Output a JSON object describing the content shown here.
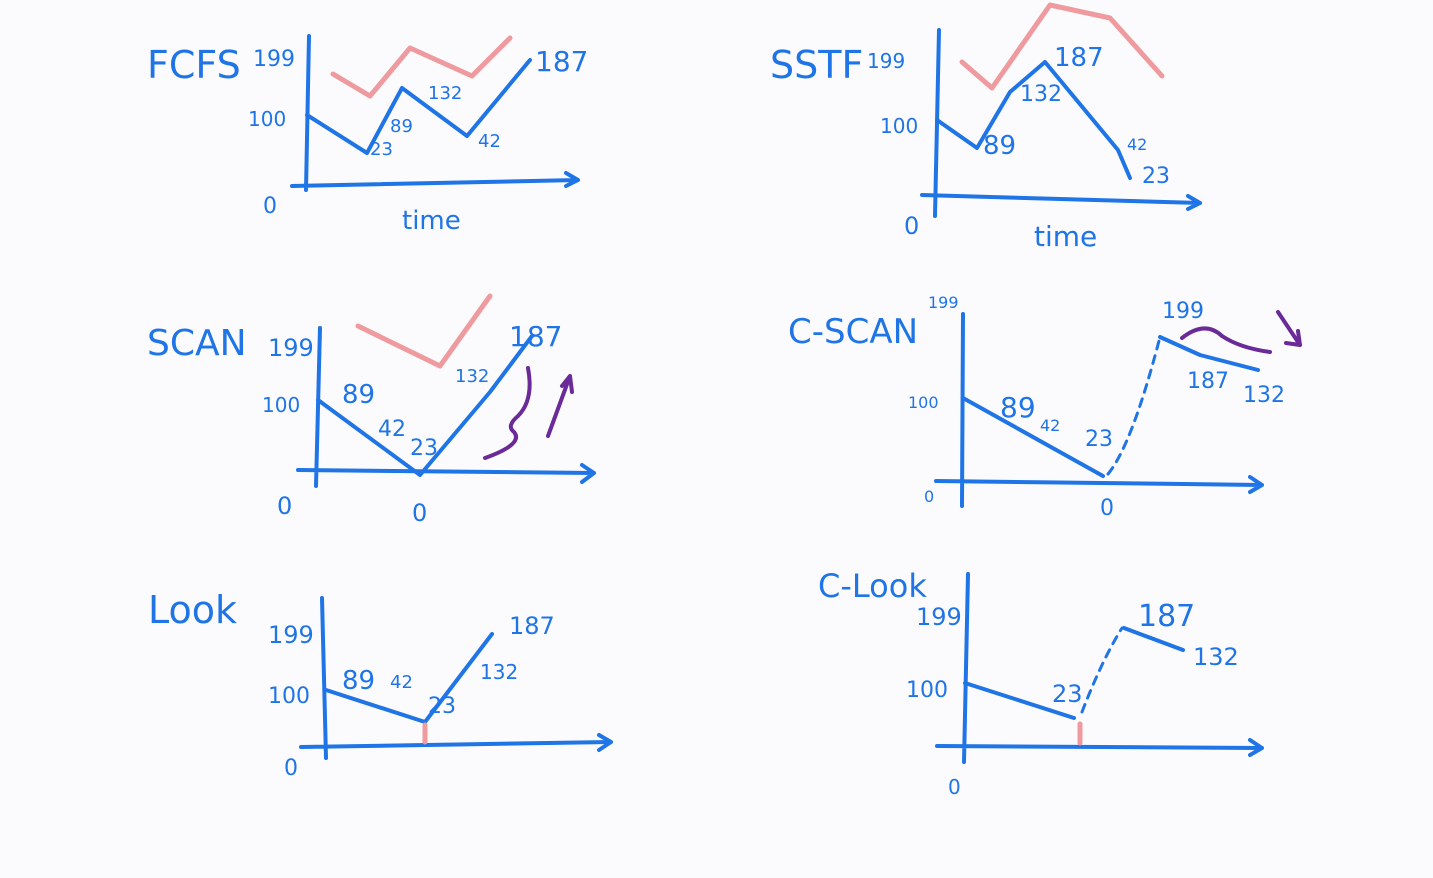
{
  "colors": {
    "blue": "#1f74e6",
    "pink": "#ee9a9e",
    "purple": "#6a2a97",
    "background": "#fbfbfd"
  },
  "panels": {
    "fcfs": {
      "title": "FCFS",
      "y_top": "199",
      "y_mid": "100",
      "y_zero": "0",
      "x_label": "time",
      "points": [
        "23",
        "89",
        "132",
        "42",
        "187"
      ]
    },
    "sstf": {
      "title": "SSTF",
      "y_top": "199",
      "y_mid": "100",
      "y_zero": "0",
      "x_label": "time",
      "points": [
        "89",
        "132",
        "187",
        "42",
        "23"
      ]
    },
    "scan": {
      "title": "SCAN",
      "y_top": "199",
      "y_mid": "100",
      "y_zero": "0",
      "x_zero": "0",
      "points": [
        "89",
        "42",
        "23",
        "132",
        "187"
      ]
    },
    "cscan": {
      "title": "C-SCAN",
      "y_top": "199",
      "y_mid": "100",
      "y_zero": "0",
      "x_zero": "0",
      "points": [
        "89",
        "42",
        "23",
        "199",
        "187",
        "132"
      ]
    },
    "look": {
      "title": "Look",
      "y_top": "199",
      "y_mid": "100",
      "y_zero": "0",
      "points": [
        "89",
        "42",
        "23",
        "132",
        "187"
      ]
    },
    "clook": {
      "title": "C-Look",
      "y_top": "199",
      "y_mid": "100",
      "x_zero": "0",
      "points": [
        "23",
        "187",
        "132"
      ]
    }
  }
}
